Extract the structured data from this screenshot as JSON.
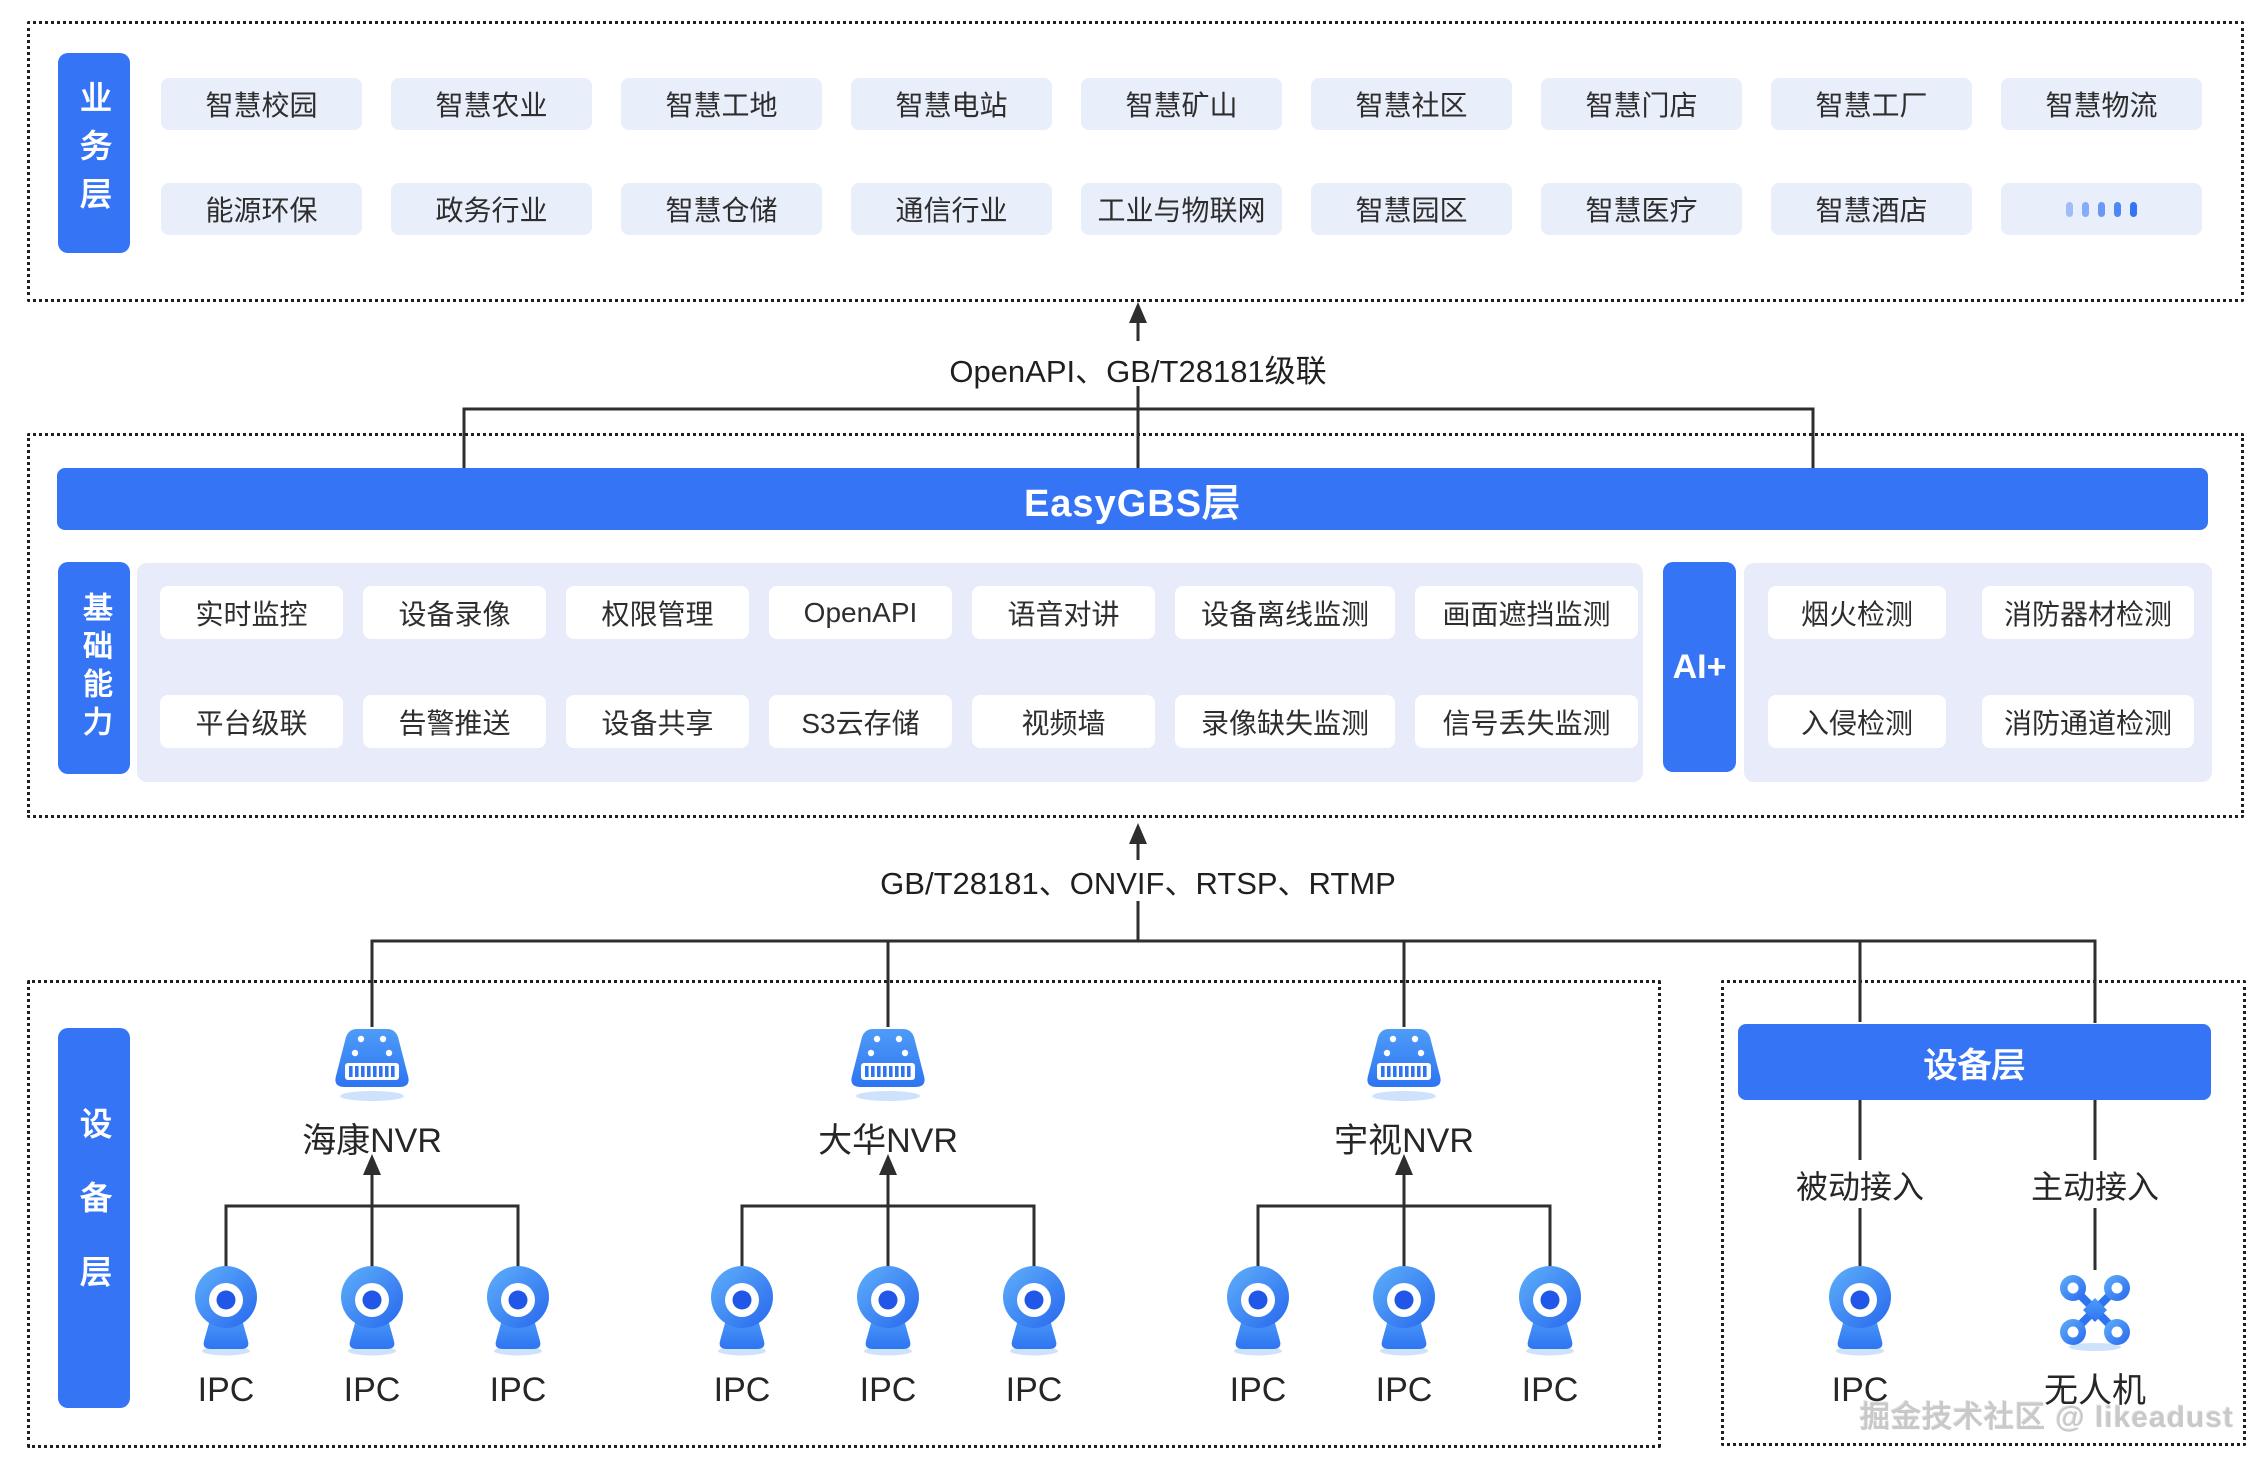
{
  "colors": {
    "accent": "#3574F5",
    "chip_bg": "#E9EEFB",
    "panel_bg": "#E7EBFA",
    "line": "#2E2E2E",
    "text": "#2B2B2B"
  },
  "icons": {
    "nvr": "nvr-recorder-icon",
    "camera": "ipc-camera-icon",
    "drone": "drone-icon",
    "dots": "ellipsis-dots-icon"
  },
  "business": {
    "label": "业务层",
    "row1": [
      "智慧校园",
      "智慧农业",
      "智慧工地",
      "智慧电站",
      "智慧矿山",
      "智慧社区",
      "智慧门店",
      "智慧工厂",
      "智慧物流"
    ],
    "row2": [
      "能源环保",
      "政务行业",
      "智慧仓储",
      "通信行业",
      "工业与物联网",
      "智慧园区",
      "智慧医疗",
      "智慧酒店"
    ]
  },
  "conn": {
    "top_label": "OpenAPI、GB/T28181级联",
    "bottom_label": "GB/T28181、ONVIF、RTSP、RTMP"
  },
  "easygbs": {
    "title": "EasyGBS层"
  },
  "cap": {
    "label": "基础能力",
    "row1": [
      "实时监控",
      "设备录像",
      "权限管理",
      "OpenAPI",
      "语音对讲",
      "设备离线监测",
      "画面遮挡监测"
    ],
    "row2": [
      "平台级联",
      "告警推送",
      "设备共享",
      "S3云存储",
      "视频墙",
      "录像缺失监测",
      "信号丢失监测"
    ],
    "ai_label": "AI+",
    "ai_row1": [
      "烟火检测",
      "消防器材检测"
    ],
    "ai_row2": [
      "入侵检测",
      "消防通道检测"
    ]
  },
  "left_device": {
    "label": "设备层",
    "ipc_label": "IPC",
    "groups": [
      {
        "nvr": "海康NVR"
      },
      {
        "nvr": "大华NVR"
      },
      {
        "nvr": "宇视NVR"
      }
    ]
  },
  "right_device": {
    "title": "设备层",
    "passive_label": "被动接入",
    "active_label": "主动接入",
    "ipc_label": "IPC",
    "drone_label": "无人机"
  },
  "watermark": {
    "text": "掘金技术社区 @ likeadust"
  }
}
